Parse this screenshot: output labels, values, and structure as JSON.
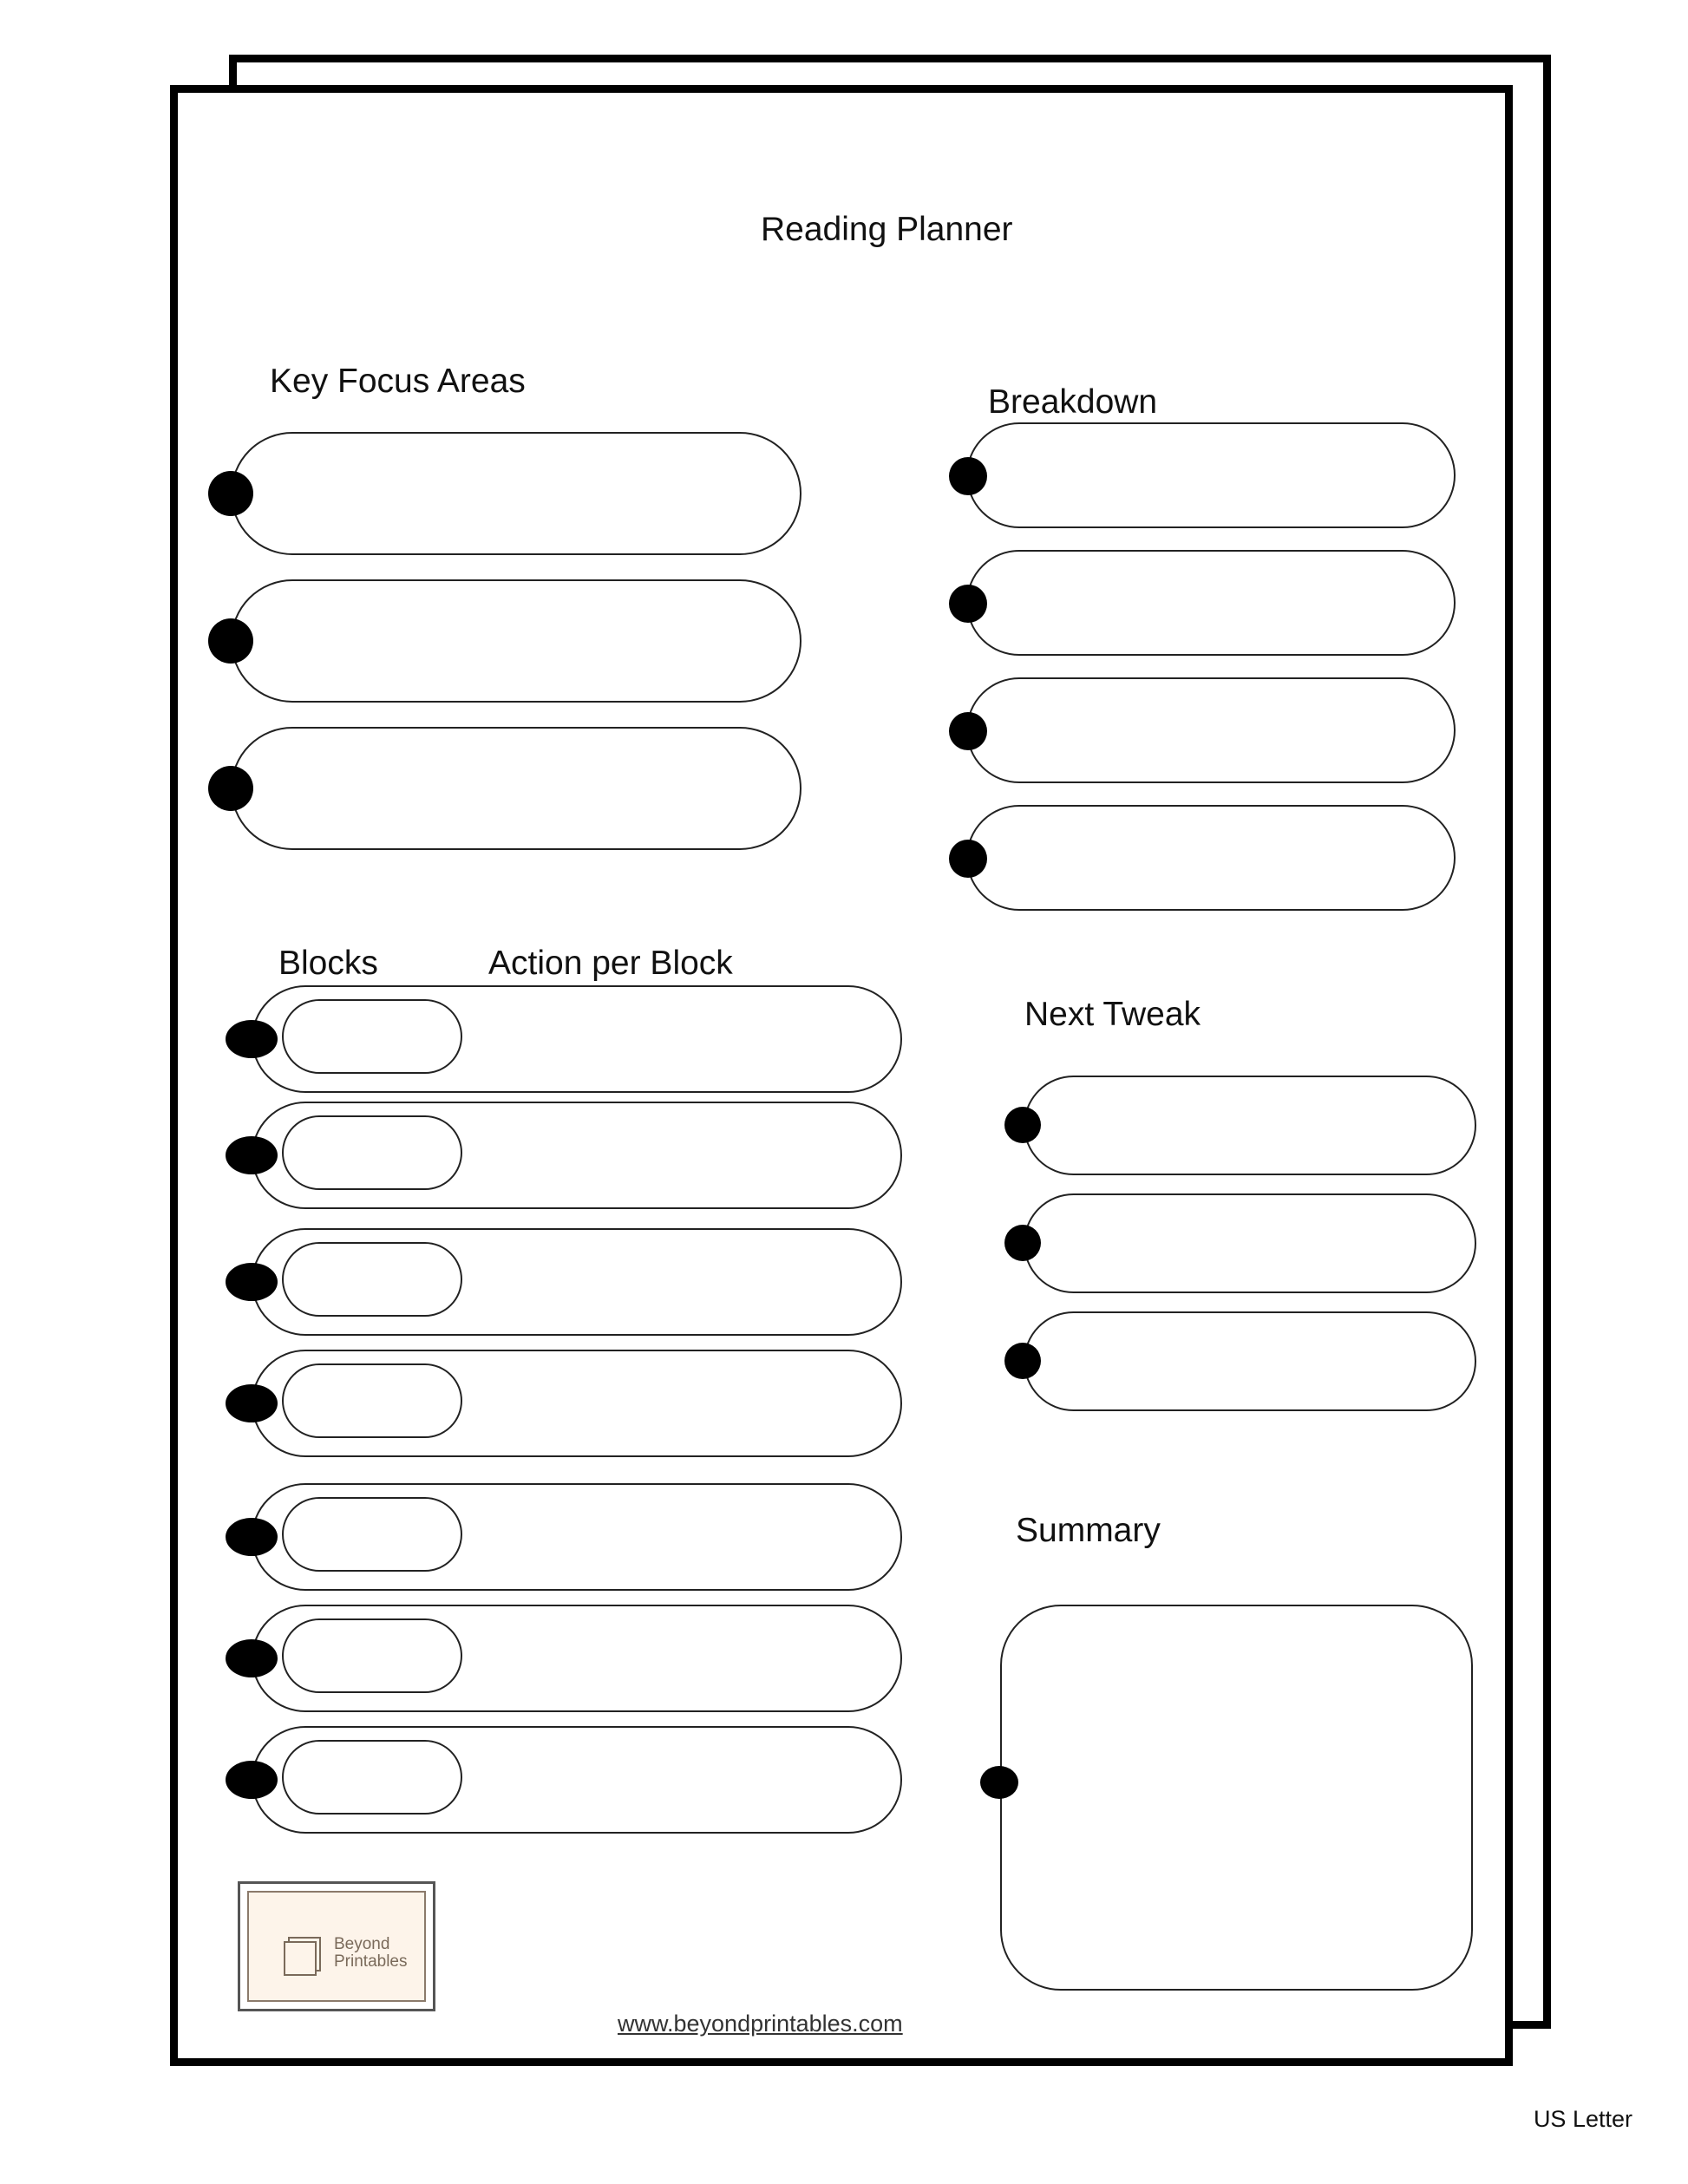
{
  "page": {
    "title": "Reading Planner",
    "paper_size": "US Letter"
  },
  "sections": {
    "key_focus_areas": {
      "label": "Key Focus Areas",
      "field_count": 3
    },
    "breakdown": {
      "label": "Breakdown",
      "field_count": 4
    },
    "blocks": {
      "label": "Blocks",
      "action_label": "Action per Block",
      "row_count": 7
    },
    "next_tweak": {
      "label": "Next Tweak",
      "field_count": 3
    },
    "summary": {
      "label": "Summary"
    }
  },
  "branding": {
    "logo_line1": "Beyond",
    "logo_line2": "Printables",
    "url": "www.beyondprintables.com"
  }
}
